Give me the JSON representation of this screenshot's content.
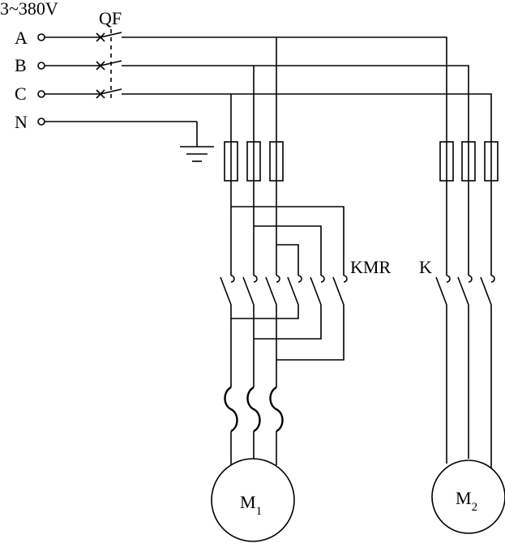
{
  "supply_label": "3~380V",
  "breaker_label": "QF",
  "phases": [
    "A",
    "B",
    "C"
  ],
  "neutral": "N",
  "contactor_main": "KMR",
  "contactor_second": "K",
  "motor1": {
    "letter": "M",
    "sub": "1"
  },
  "motor2": {
    "letter": "M",
    "sub": "2"
  }
}
